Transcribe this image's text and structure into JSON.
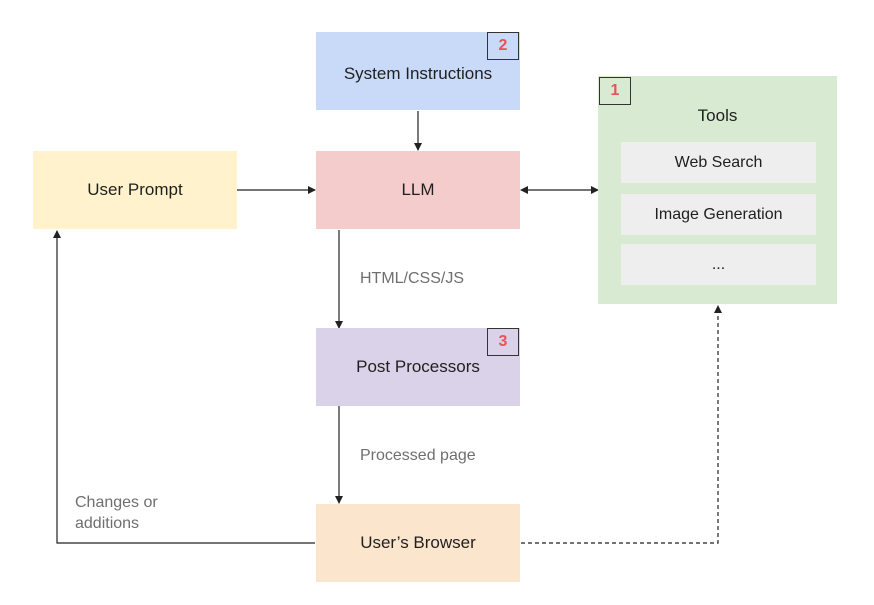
{
  "nodes": {
    "system_instructions": {
      "label": "System Instructions",
      "badge": "2"
    },
    "user_prompt": {
      "label": "User Prompt"
    },
    "llm": {
      "label": "LLM"
    },
    "post_processors": {
      "label": "Post Processors",
      "badge": "3"
    },
    "users_browser": {
      "label": "User’s Browser"
    },
    "tools": {
      "title": "Tools",
      "badge": "1",
      "items": [
        "Web Search",
        "Image Generation",
        "..."
      ]
    }
  },
  "edge_labels": {
    "llm_to_post": "HTML/CSS/JS",
    "post_to_browser": "Processed page",
    "browser_to_prompt": "Changes or additions"
  },
  "colors": {
    "system_instructions": "#c9daf8",
    "user_prompt": "#fff2cc",
    "llm": "#f4cccc",
    "post_processors": "#d9d2e9",
    "users_browser": "#fce5cd",
    "tools": "#d9ead3",
    "tool_item": "#eeeeee",
    "badge_text": "#e8525a"
  }
}
